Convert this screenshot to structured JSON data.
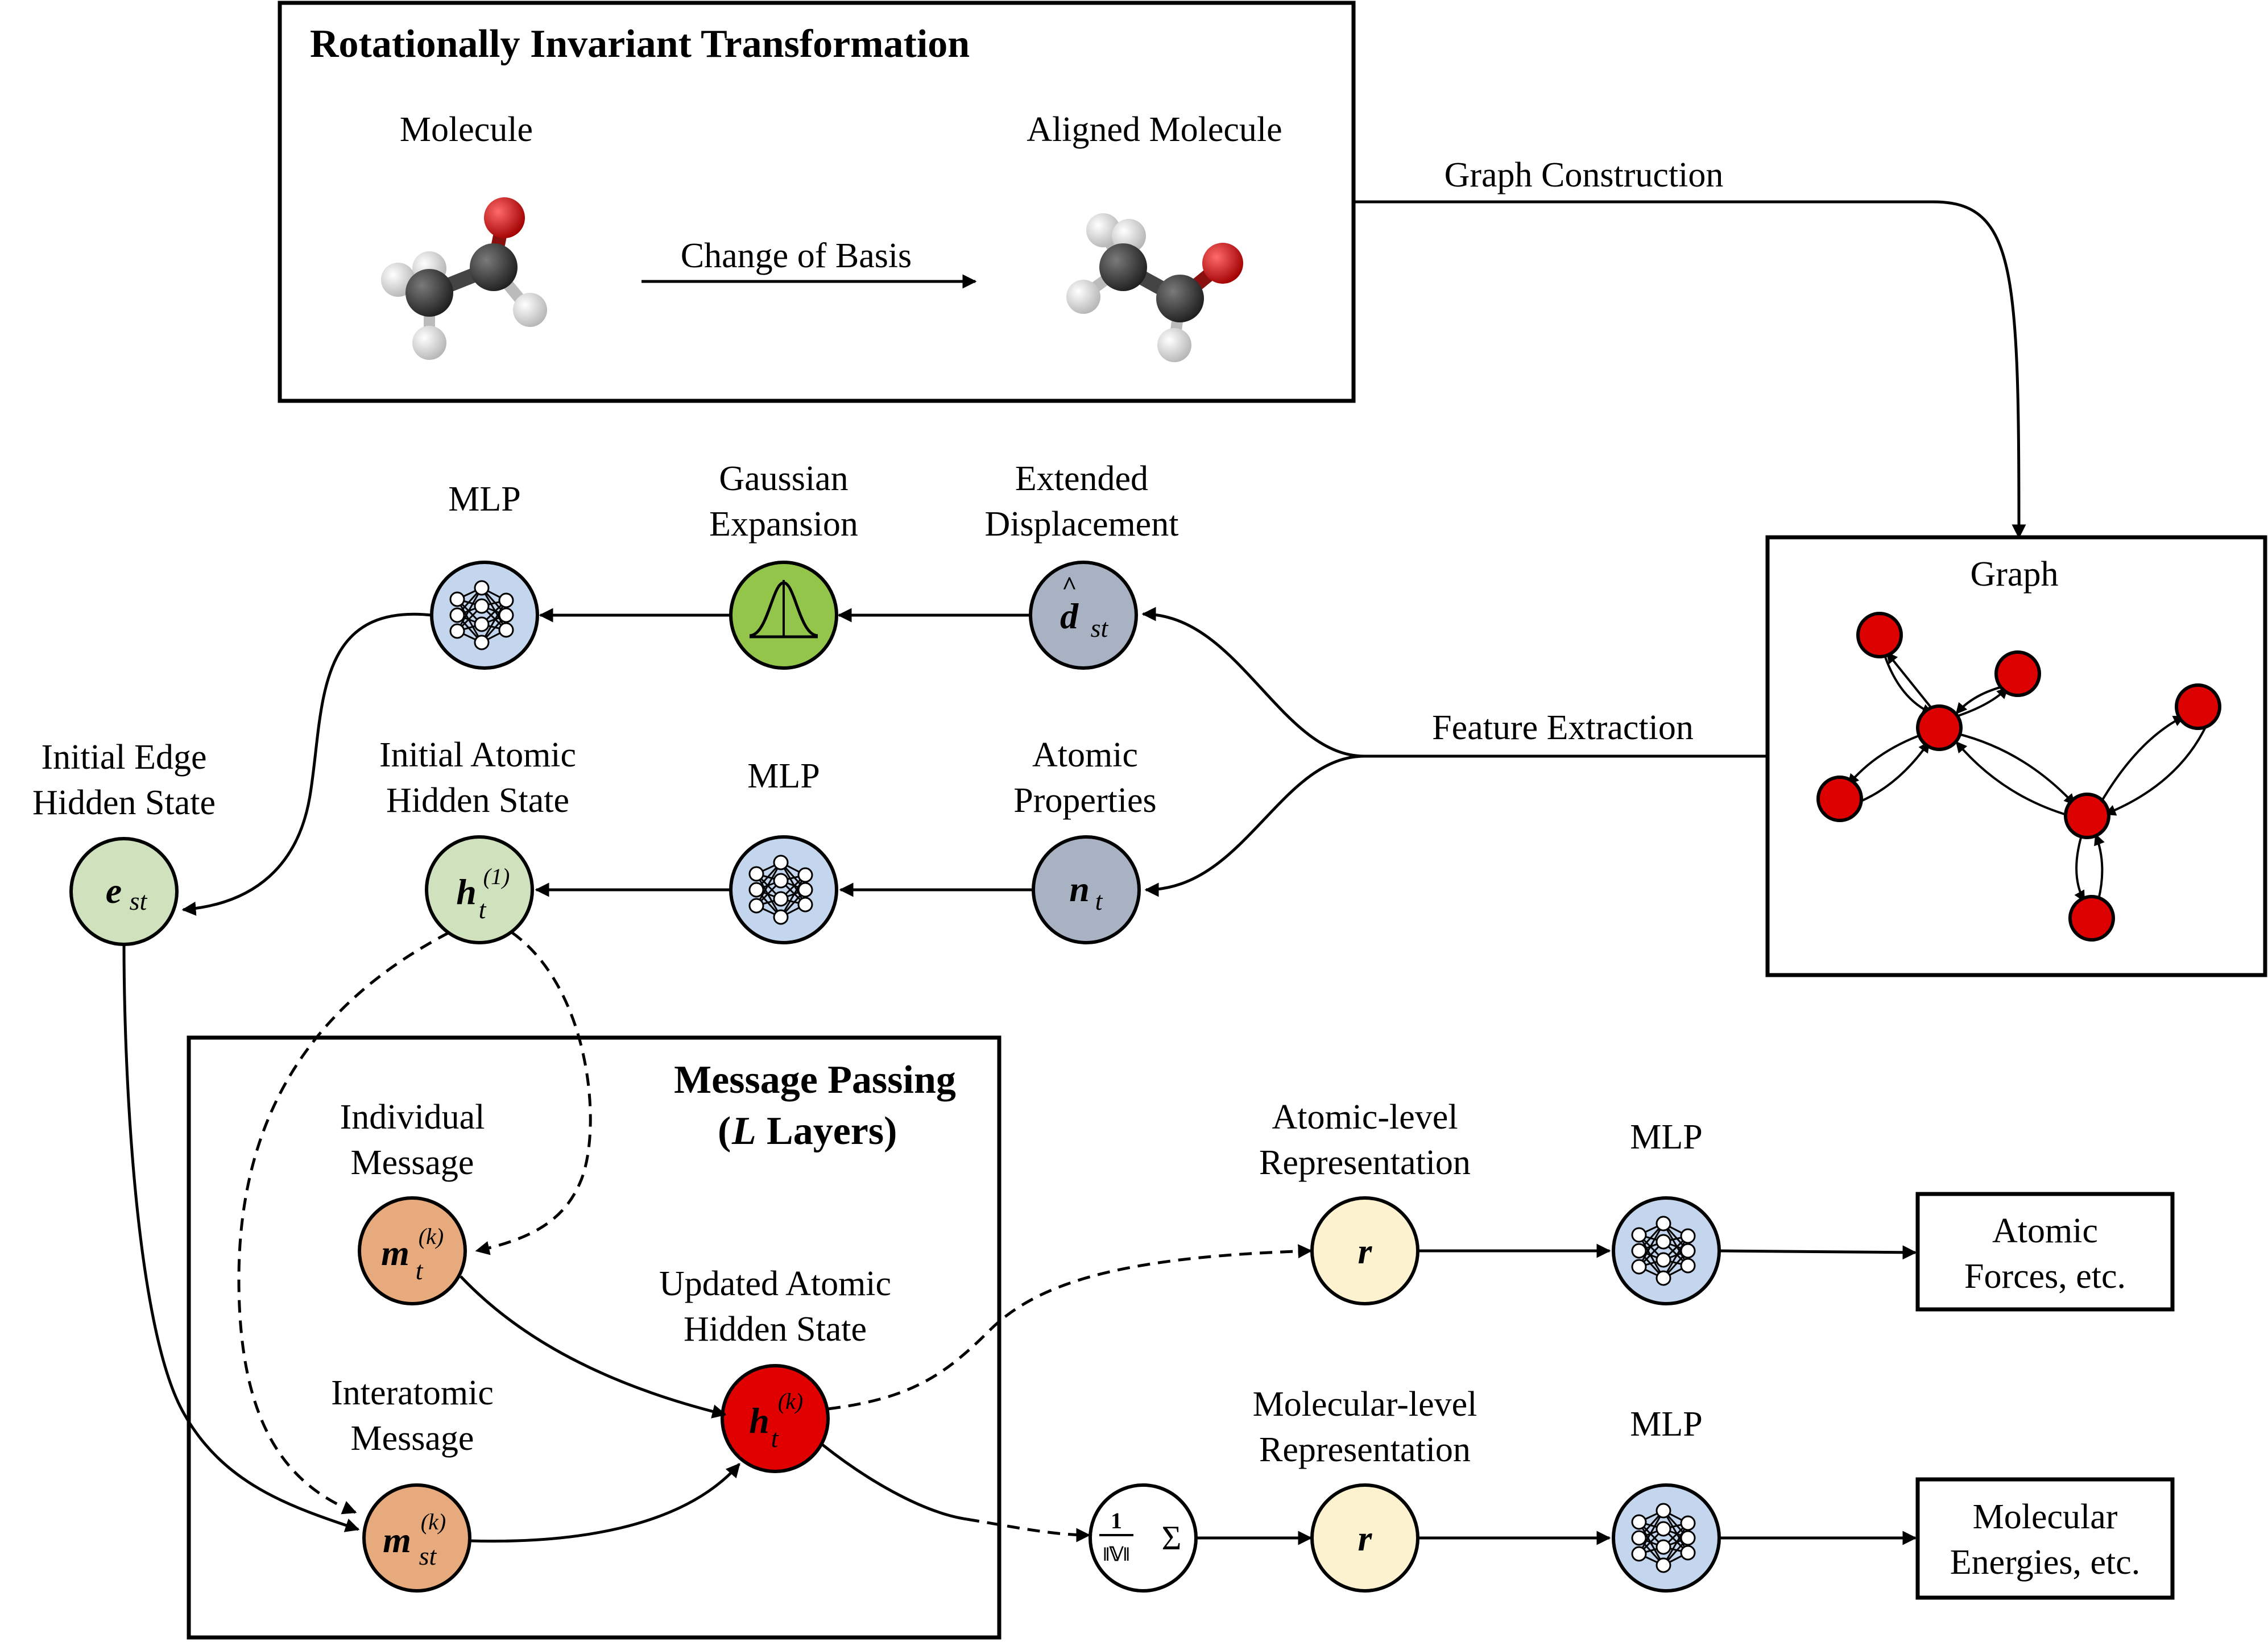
{
  "top_box": {
    "title": "Rotationally Invariant Transformation",
    "molecule_label": "Molecule",
    "aligned_label": "Aligned Molecule",
    "change_label": "Change of Basis"
  },
  "graph_construction_label": "Graph Construction",
  "feature_extraction_label": "Feature Extraction",
  "graph_box": {
    "title": "Graph"
  },
  "edge_path": {
    "extended_line1": "Extended",
    "extended_line2": "Displacement",
    "d_symbol": "d",
    "d_sub": "st",
    "gaussian_line1": "Gaussian",
    "gaussian_line2": "Expansion",
    "mlp_label": "MLP",
    "initial_edge_line1": "Initial Edge",
    "initial_edge_line2": "Hidden State",
    "e_symbol": "e",
    "e_sub": "st"
  },
  "atom_path": {
    "props_line1": "Atomic",
    "props_line2": "Properties",
    "n_symbol": "n",
    "n_sub": "t",
    "mlp_label": "MLP",
    "initial_atomic_line1": "Initial Atomic",
    "initial_atomic_line2": "Hidden State",
    "h_symbol": "h",
    "h_sub": "t",
    "h_sup": "(1)"
  },
  "message_box": {
    "title_line1": "Message Passing",
    "title_l": "L",
    "title_layers": "Layers)",
    "title_open": "(",
    "individual_line1": "Individual",
    "individual_line2": "Message",
    "m_symbol": "m",
    "m_sub": "t",
    "m_sup": "(k)",
    "interatomic_line1": "Interatomic",
    "interatomic_line2": "Message",
    "mst_symbol": "m",
    "mst_sub": "st",
    "mst_sup": "(k)",
    "updated_line1": "Updated Atomic",
    "updated_line2": "Hidden State",
    "hk_symbol": "h",
    "hk_sub": "t",
    "hk_sup": "(k)"
  },
  "outputs": {
    "atomic_rep_line1": "Atomic-level",
    "atomic_rep_line2": "Representation",
    "molecular_rep_line1": "Molecular-level",
    "molecular_rep_line2": "Representation",
    "r_symbol": "r",
    "mlp_label": "MLP",
    "pool_num": "1",
    "pool_den": "‖𝕍‖",
    "pool_sum": "Σ",
    "forces_line1": "Atomic",
    "forces_line2": "Forces, etc.",
    "energies_line1": "Molecular",
    "energies_line2": "Energies, etc."
  },
  "colors": {
    "gray_node": "#a9b2c3",
    "blue_node": "#c4d6ee",
    "green_node": "#93c54b",
    "light_green": "#cfe2bd",
    "orange_node": "#e7aa7d",
    "red_node": "#e00000",
    "yellow_node": "#fdf2cf",
    "graph_node": "#dd0000",
    "oxygen": "#cc0000",
    "carbon": "#3a3a3a",
    "hydrogen": "#e8e8e8"
  }
}
